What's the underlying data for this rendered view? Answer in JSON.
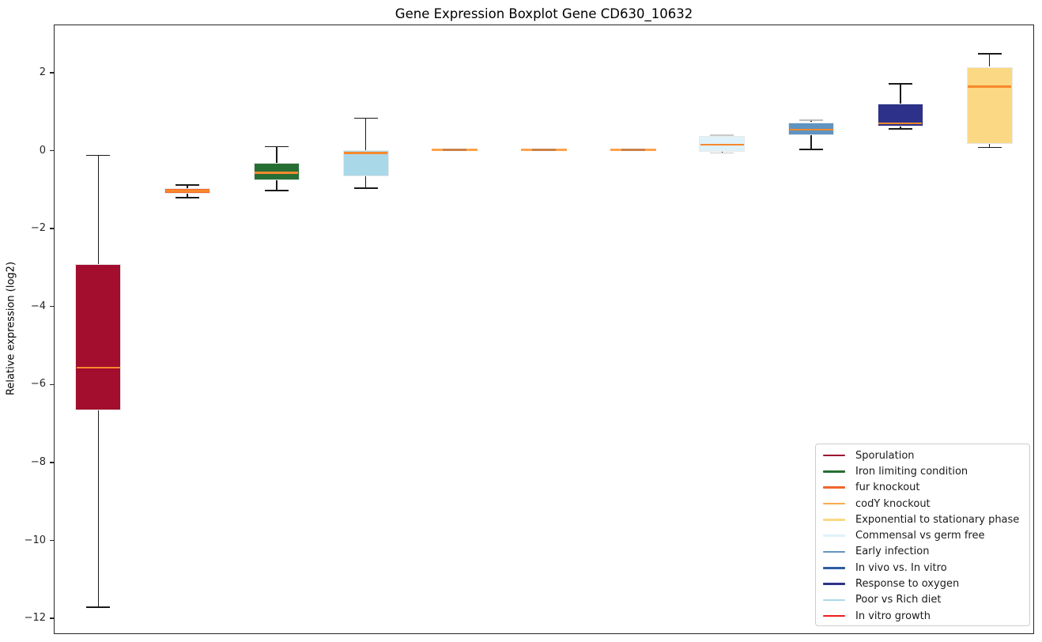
{
  "chart_data": {
    "type": "boxplot",
    "title": "Gene Expression Boxplot Gene CD630_10632",
    "ylabel": "Relative expression (log2)",
    "xlabel": "",
    "ylim": [
      -12.4,
      3.2
    ],
    "grid": false,
    "yticks": [
      {
        "label": "2",
        "value": 2
      },
      {
        "label": "0",
        "value": 0
      },
      {
        "label": "−2",
        "value": -2
      },
      {
        "label": "−4",
        "value": -4
      },
      {
        "label": "−6",
        "value": -6
      },
      {
        "label": "−8",
        "value": -8
      },
      {
        "label": "−10",
        "value": -10
      },
      {
        "label": "−12",
        "value": -12
      }
    ],
    "box_edge_color": "#e9e9e9",
    "median_color": "#f8882c",
    "whisker_color": "#1a1a1a",
    "flat_outer_color": "#fda24c",
    "flat_center_color": "#c9814a",
    "series": [
      {
        "name": "Sporulation",
        "color": "#a30d2e",
        "min": -11.72,
        "q1": -6.67,
        "median": -5.57,
        "q3": -2.91,
        "max": -0.12
      },
      {
        "name": "fur knockout",
        "color": "#f4682e",
        "min": -1.21,
        "q1": -1.1,
        "median": -1.03,
        "q3": -0.97,
        "max": -0.89
      },
      {
        "name": "Iron limiting condition",
        "color": "#276e35",
        "min": -1.02,
        "q1": -0.76,
        "median": -0.57,
        "q3": -0.31,
        "max": 0.1
      },
      {
        "name": "Poor vs Rich diet",
        "color": "#a9d8e8",
        "min": -0.96,
        "q1": -0.66,
        "median": -0.06,
        "q3": 0.01,
        "max": 0.83
      },
      {
        "name": "codY knockout",
        "color": "#f9a84d",
        "flat": true,
        "min": 0.0,
        "q1": 0.01,
        "median": 0.02,
        "q3": 0.03,
        "max": 0.04
      },
      {
        "name": "In vivo vs. In vitro",
        "color": "#2d5ba3",
        "flat": true,
        "min": 0.0,
        "q1": 0.01,
        "median": 0.02,
        "q3": 0.03,
        "max": 0.04
      },
      {
        "name": "In vitro growth",
        "color": "#ee1b1d",
        "flat": true,
        "min": 0.0,
        "q1": 0.01,
        "median": 0.02,
        "q3": 0.03,
        "max": 0.04
      },
      {
        "name": "Commensal vs germ free",
        "color": "#dff2f9",
        "cap_color": "#c9c9c9",
        "min": -0.06,
        "q1": -0.04,
        "median": 0.15,
        "q3": 0.37,
        "max": 0.4
      },
      {
        "name": "Early infection",
        "color": "#6094c0",
        "top_cap_color": "#bbbbbb",
        "min": 0.03,
        "q1": 0.39,
        "median": 0.54,
        "q3": 0.73,
        "max": 0.78
      },
      {
        "name": "Response to oxygen",
        "color": "#2d3189",
        "min": 0.55,
        "q1": 0.62,
        "median": 0.7,
        "q3": 1.2,
        "max": 1.71
      },
      {
        "name": "Exponential to stationary phase",
        "color": "#fbd883",
        "min": 0.08,
        "q1": 0.18,
        "median": 1.64,
        "q3": 2.15,
        "max": 2.49
      }
    ],
    "legend": {
      "position": "lower right",
      "entries": [
        {
          "label": "Sporulation",
          "color": "#9c0f2e"
        },
        {
          "label": "Iron limiting condition",
          "color": "#266d33"
        },
        {
          "label": "fur knockout",
          "color": "#f2642c"
        },
        {
          "label": "codY knockout",
          "color": "#f9a84d"
        },
        {
          "label": "Exponential to stationary phase",
          "color": "#fbd883"
        },
        {
          "label": "Commensal vs germ free",
          "color": "#dff2f9"
        },
        {
          "label": "Early infection",
          "color": "#6094c0"
        },
        {
          "label": "In vivo vs. In vitro",
          "color": "#2d5ba3"
        },
        {
          "label": "Response to oxygen",
          "color": "#2d3189"
        },
        {
          "label": "Poor vs Rich diet",
          "color": "#a9d8e8"
        },
        {
          "label": "In vitro growth",
          "color": "#ee1b1d"
        }
      ]
    }
  }
}
